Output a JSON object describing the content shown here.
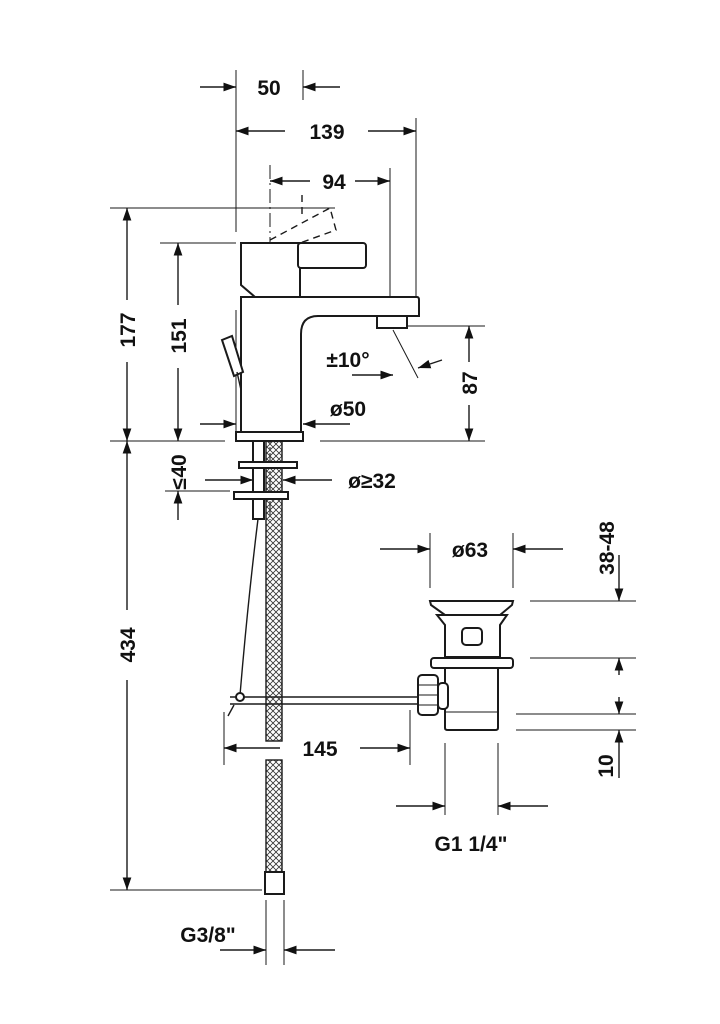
{
  "drawing": {
    "title": "Single lever basin mixer with pop-up waste - dimension drawing",
    "dimensions": {
      "d50_top": "50",
      "d139": "139",
      "d94": "94",
      "d177": "177",
      "d151": "151",
      "angle": "±10°",
      "d87": "87",
      "dia50": "ø50",
      "d40": "40",
      "le": "≤",
      "dia32": "ø≥32",
      "d434": "434",
      "dia63": "ø63",
      "d38_48": "38-48",
      "d145": "145",
      "d10": "10",
      "g114": "G1 1/4\"",
      "g38": "G3/8\""
    }
  }
}
